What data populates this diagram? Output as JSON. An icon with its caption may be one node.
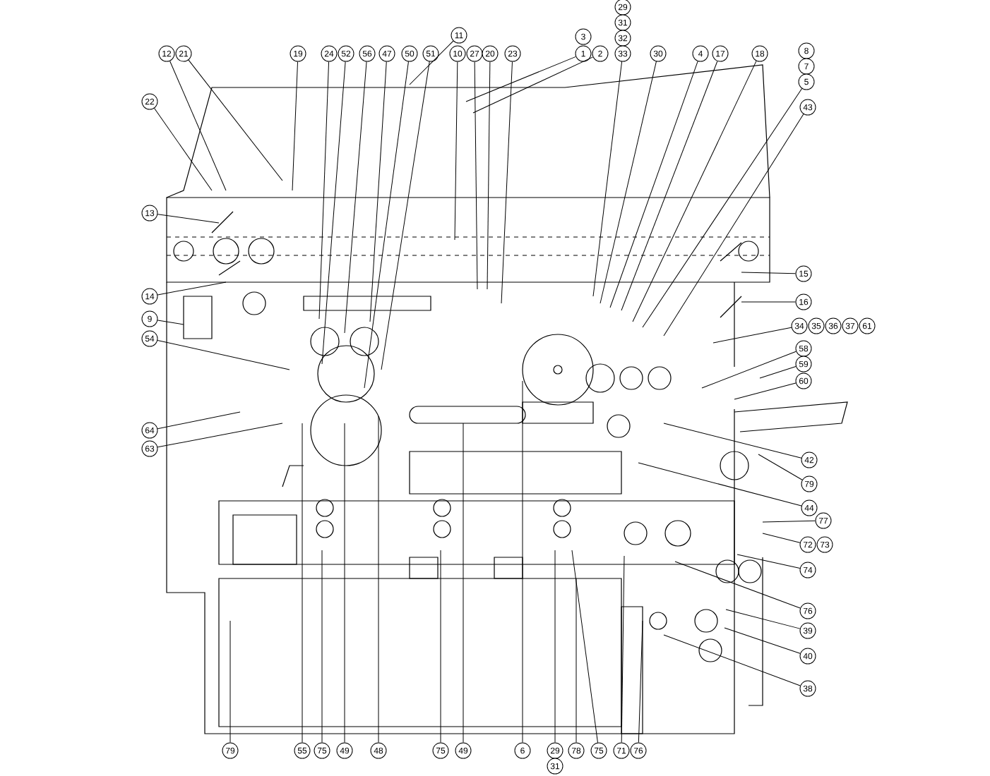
{
  "diagram": {
    "nodes": [
      {
        "text": [
          "12"
        ]
      },
      {
        "text": [
          "21"
        ]
      },
      {
        "text": [
          "19"
        ]
      },
      {
        "text": [
          "24"
        ]
      },
      {
        "text": [
          "52"
        ]
      },
      {
        "text": [
          "56"
        ]
      },
      {
        "text": [
          "47"
        ]
      },
      {
        "text": [
          "50"
        ]
      },
      {
        "text": [
          "51"
        ]
      },
      {
        "text": [
          "11"
        ]
      },
      {
        "text": [
          "10"
        ]
      },
      {
        "text": [
          "27"
        ]
      },
      {
        "text": [
          "20"
        ]
      },
      {
        "text": [
          "23"
        ]
      },
      {
        "text": [
          "3"
        ]
      },
      {
        "text": [
          "1"
        ]
      },
      {
        "text": [
          "2"
        ]
      },
      {
        "text": [
          "29"
        ]
      },
      {
        "text": [
          "31"
        ]
      },
      {
        "text": [
          "32"
        ]
      },
      {
        "text": [
          "33"
        ]
      },
      {
        "text": [
          "30"
        ]
      },
      {
        "text": [
          "4"
        ]
      },
      {
        "text": [
          "17"
        ]
      },
      {
        "text": [
          "18"
        ]
      },
      {
        "text": [
          "8"
        ]
      },
      {
        "text": [
          "7"
        ]
      },
      {
        "text": [
          "5"
        ]
      },
      {
        "text": [
          "43"
        ]
      },
      {
        "text": [
          "22"
        ]
      },
      {
        "text": [
          "13"
        ]
      },
      {
        "text": [
          "14"
        ]
      },
      {
        "text": [
          "9"
        ]
      },
      {
        "text": [
          "54"
        ]
      },
      {
        "text": [
          "64"
        ]
      },
      {
        "text": [
          "63"
        ]
      },
      {
        "text": [
          "15"
        ]
      },
      {
        "text": [
          "16"
        ]
      },
      {
        "text": [
          "34"
        ]
      },
      {
        "text": [
          "35"
        ]
      },
      {
        "text": [
          "36"
        ]
      },
      {
        "text": [
          "37"
        ]
      },
      {
        "text": [
          "61"
        ]
      },
      {
        "text": [
          "58"
        ]
      },
      {
        "text": [
          "59"
        ]
      },
      {
        "text": [
          "60"
        ]
      },
      {
        "text": [
          "42"
        ]
      },
      {
        "text": [
          "79"
        ]
      },
      {
        "text": [
          "44"
        ]
      },
      {
        "text": [
          "77"
        ]
      },
      {
        "text": [
          "72"
        ]
      },
      {
        "text": [
          "73"
        ]
      },
      {
        "text": [
          "74"
        ]
      },
      {
        "text": [
          "76"
        ]
      },
      {
        "text": [
          "39"
        ]
      },
      {
        "text": [
          "40"
        ]
      },
      {
        "text": [
          "38"
        ]
      },
      {
        "text": [
          "79"
        ]
      },
      {
        "text": [
          "55"
        ]
      },
      {
        "text": [
          "75"
        ]
      },
      {
        "text": [
          "49"
        ]
      },
      {
        "text": [
          "48"
        ]
      },
      {
        "text": [
          "75"
        ]
      },
      {
        "text": [
          "49"
        ]
      },
      {
        "text": [
          "6"
        ]
      },
      {
        "text": [
          "29"
        ]
      },
      {
        "text": [
          "31"
        ]
      },
      {
        "text": [
          "78"
        ]
      },
      {
        "text": [
          "75"
        ]
      },
      {
        "text": [
          "71"
        ]
      },
      {
        "text": [
          "76"
        ]
      }
    ],
    "edges": [
      {
        "from": 0,
        "to": null,
        "arrow": "none"
      },
      {
        "from": 1,
        "to": null,
        "arrow": "none"
      },
      {
        "from": 2,
        "to": null,
        "arrow": "none"
      },
      {
        "from": 3,
        "to": null,
        "arrow": "none"
      },
      {
        "from": 4,
        "to": null,
        "arrow": "none"
      },
      {
        "from": 5,
        "to": null,
        "arrow": "none"
      },
      {
        "from": 6,
        "to": null,
        "arrow": "none"
      },
      {
        "from": 7,
        "to": null,
        "arrow": "none"
      },
      {
        "from": 8,
        "to": null,
        "arrow": "none"
      },
      {
        "from": 9,
        "to": null,
        "arrow": "none"
      },
      {
        "from": 10,
        "to": null,
        "arrow": "none"
      },
      {
        "from": 11,
        "to": null,
        "arrow": "none"
      },
      {
        "from": 12,
        "to": null,
        "arrow": "none"
      },
      {
        "from": 13,
        "to": null,
        "arrow": "none"
      },
      {
        "from": 15,
        "to": null,
        "arrow": "none"
      },
      {
        "from": 16,
        "to": null,
        "arrow": "none"
      },
      {
        "from": 20,
        "to": null,
        "arrow": "none"
      },
      {
        "from": 21,
        "to": null,
        "arrow": "none"
      },
      {
        "from": 22,
        "to": null,
        "arrow": "none"
      },
      {
        "from": 23,
        "to": null,
        "arrow": "none"
      },
      {
        "from": 24,
        "to": null,
        "arrow": "none"
      },
      {
        "from": 27,
        "to": null,
        "arrow": "none"
      },
      {
        "from": 28,
        "to": null,
        "arrow": "none"
      },
      {
        "from": 29,
        "to": null,
        "arrow": "none"
      },
      {
        "from": 30,
        "to": null,
        "arrow": "none"
      },
      {
        "from": 31,
        "to": null,
        "arrow": "none"
      },
      {
        "from": 32,
        "to": null,
        "arrow": "none"
      },
      {
        "from": 33,
        "to": null,
        "arrow": "none"
      },
      {
        "from": 34,
        "to": null,
        "arrow": "none"
      },
      {
        "from": 35,
        "to": null,
        "arrow": "none"
      },
      {
        "from": 36,
        "to": null,
        "arrow": "none"
      },
      {
        "from": 37,
        "to": null,
        "arrow": "none"
      },
      {
        "from": 38,
        "to": null,
        "arrow": "none"
      },
      {
        "from": 43,
        "to": null,
        "arrow": "none"
      },
      {
        "from": 44,
        "to": null,
        "arrow": "none"
      },
      {
        "from": 45,
        "to": null,
        "arrow": "none"
      },
      {
        "from": 46,
        "to": null,
        "arrow": "none"
      },
      {
        "from": 47,
        "to": null,
        "arrow": "none"
      },
      {
        "from": 48,
        "to": null,
        "arrow": "none"
      },
      {
        "from": 49,
        "to": null,
        "arrow": "none"
      },
      {
        "from": 50,
        "to": null,
        "arrow": "none"
      },
      {
        "from": 52,
        "to": null,
        "arrow": "none"
      },
      {
        "from": 53,
        "to": null,
        "arrow": "none"
      },
      {
        "from": 54,
        "to": null,
        "arrow": "none"
      },
      {
        "from": 55,
        "to": null,
        "arrow": "none"
      },
      {
        "from": 56,
        "to": null,
        "arrow": "none"
      },
      {
        "from": 57,
        "to": null,
        "arrow": "none"
      },
      {
        "from": 58,
        "to": null,
        "arrow": "none"
      },
      {
        "from": 59,
        "to": null,
        "arrow": "none"
      },
      {
        "from": 60,
        "to": null,
        "arrow": "none"
      },
      {
        "from": 61,
        "to": null,
        "arrow": "none"
      },
      {
        "from": 62,
        "to": null,
        "arrow": "none"
      },
      {
        "from": 63,
        "to": null,
        "arrow": "none"
      },
      {
        "from": 64,
        "to": null,
        "arrow": "none"
      },
      {
        "from": 65,
        "to": null,
        "arrow": "none"
      },
      {
        "from": 67,
        "to": null,
        "arrow": "none"
      },
      {
        "from": 68,
        "to": null,
        "arrow": "none"
      },
      {
        "from": 69,
        "to": null,
        "arrow": "none"
      },
      {
        "from": 70,
        "to": null,
        "arrow": "none"
      }
    ]
  }
}
